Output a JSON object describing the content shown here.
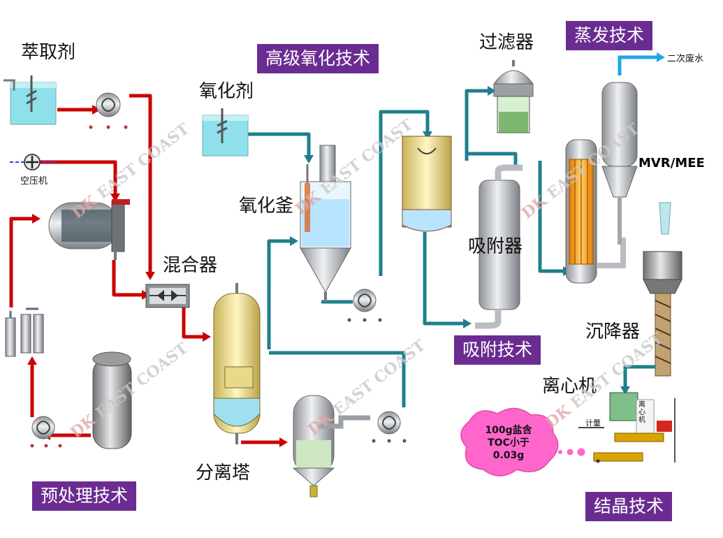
{
  "labels": {
    "extractant": "萃取剂",
    "air_compressor": "空压机",
    "oxidant": "氧化剂",
    "oxidation_kettle": "氧化釜",
    "mixer": "混合器",
    "separation_tower": "分离塔",
    "filter": "过滤器",
    "adsorber": "吸附器",
    "secondary_wastewater": "二次废水",
    "mvr_mee": "MVR/MEE",
    "settler": "沉降器",
    "centrifuge": "离心机",
    "centrifuge_sign_chars": [
      "离",
      "心",
      "机"
    ],
    "centrifuge_small_label": "计量",
    "cloud_note": [
      "100g盐含",
      "TOC小于",
      "0.03g"
    ]
  },
  "tech_boxes": {
    "pretreatment": "预处理技术",
    "advanced_oxidation": "高级氧化技术",
    "adsorption": "吸附技术",
    "evaporation": "蒸发技术",
    "crystallization": "结晶技术"
  },
  "watermark": {
    "text": "DK EAST COAST",
    "brand_prefix": "DK",
    "brand_rest": "EAST COAST"
  },
  "colors": {
    "box_purple": "#6a2c91",
    "pipe_red": "#cc0000",
    "pipe_teal": "#1f7f8c",
    "pipe_blue": "#1ea7e6",
    "tank_water": "#8fe0ea",
    "cloud_pink": "#ff66cc"
  }
}
